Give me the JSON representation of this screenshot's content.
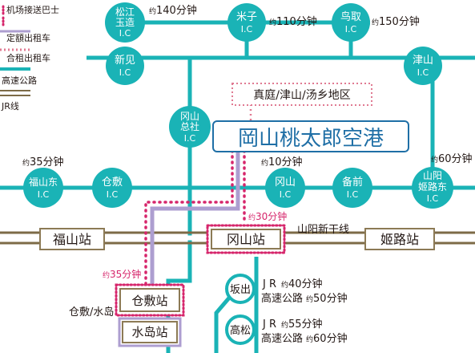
{
  "legend": {
    "bus": "机场接送巴士",
    "fixed_taxi": "定額出租车",
    "shared_taxi": "合租出租车",
    "expressway": "高速公路",
    "jr": "JR线"
  },
  "colors": {
    "expressway": "#1ab3b6",
    "bus": "#d6256b",
    "fixed_taxi": "#ad9ed0",
    "shared_taxi": "#e07a92",
    "jr": "#7d6b47",
    "airport_blue": "#1f6fa6",
    "station_border": "#8c7a55"
  },
  "ic": {
    "matsue": [
      "松江",
      "玉造",
      "I.C"
    ],
    "yonago": [
      "米子",
      "I.C"
    ],
    "tottori": [
      "鸟取",
      "I.C"
    ],
    "niimi": [
      "新见",
      "I.C"
    ],
    "tsuyama": [
      "津山",
      "I.C"
    ],
    "okayama_soja": [
      "冈山",
      "总社",
      "I.C"
    ],
    "fukuyama_higashi": [
      "福山东",
      "I.C"
    ],
    "kurashiki": [
      "仓敷",
      "I.C"
    ],
    "okayama": [
      "冈山",
      "I.C"
    ],
    "bizen": [
      "备前",
      "I.C"
    ],
    "sanyo_himeji_higashi": [
      "山阳",
      "姬路东",
      "I.C"
    ]
  },
  "times": {
    "matsue": [
      "约",
      "140分钟"
    ],
    "yonago": [
      "约",
      "110分钟"
    ],
    "tottori": [
      "约",
      "150分钟"
    ],
    "fukuyama": [
      "约",
      "35分钟"
    ],
    "okayama_ic": [
      "约",
      "10分钟"
    ],
    "himeji": [
      "约",
      "60分钟"
    ],
    "okayama_station": [
      "约",
      "30分钟"
    ],
    "kurashiki": [
      "约",
      "35分钟"
    ]
  },
  "airport": "岡山桃太郎空港",
  "region": "真庭/津山/汤乡地区",
  "stations": {
    "fukuyama": "福山站",
    "okayama": "冈山站",
    "himeji": "姬路站",
    "kurashiki": "仓敷站",
    "mizushima": "水岛站"
  },
  "shinkansen": "山阳新干线",
  "kurashiki_area": "仓敷/水岛",
  "shikoku": {
    "sakaide": {
      "name": "坂出",
      "jr": "J R",
      "jr_time": [
        "约",
        "40分钟"
      ],
      "hw": "高速公路",
      "hw_time": [
        "约",
        "50分钟"
      ]
    },
    "takamatsu": {
      "name": "高松",
      "jr": "J R",
      "jr_time": [
        "约",
        "55分钟"
      ],
      "hw": "高速公路",
      "hw_time": [
        "约",
        "60分钟"
      ]
    }
  }
}
